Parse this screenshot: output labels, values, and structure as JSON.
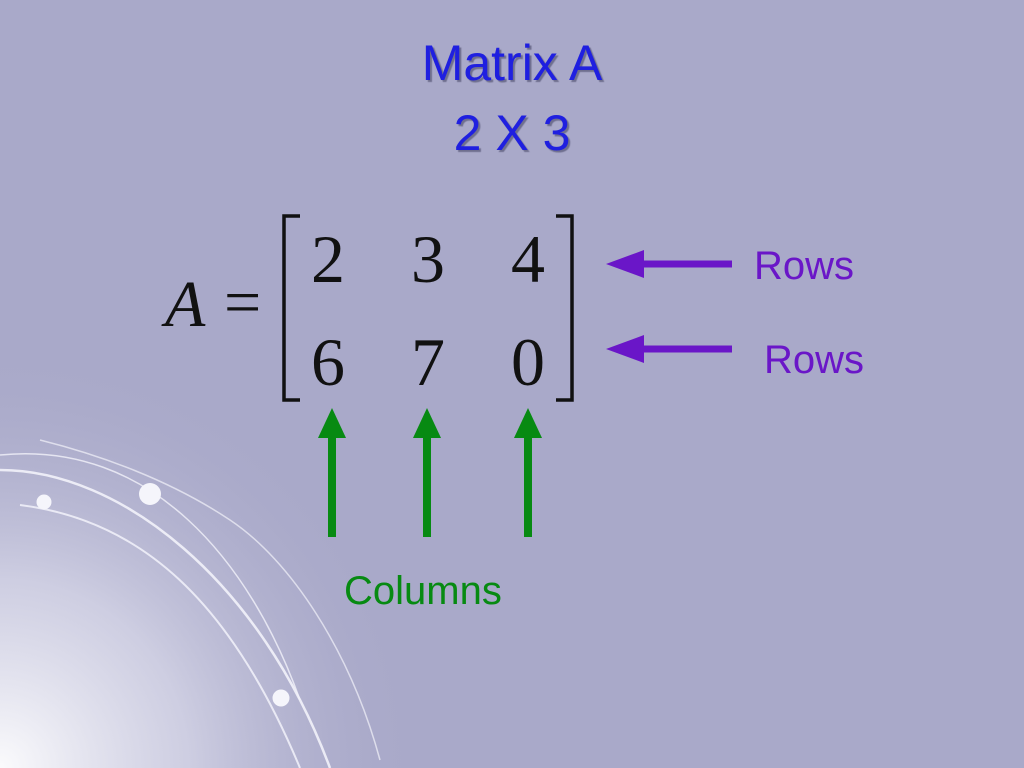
{
  "slide": {
    "title_line_1": "Matrix A",
    "title_line_2": "2 X 3"
  },
  "equation": {
    "variable": "A",
    "equals": "="
  },
  "matrix": {
    "rows": [
      [
        "2",
        "3",
        "4"
      ],
      [
        "6",
        "7",
        "0"
      ]
    ]
  },
  "labels": {
    "row_1": "Rows",
    "row_2": "Rows",
    "columns": "Columns"
  },
  "colors": {
    "background": "#a9a9c9",
    "title": "#1f1fe0",
    "row_arrow": "#6a16c8",
    "column_arrow": "#078a12",
    "text": "#111111"
  }
}
